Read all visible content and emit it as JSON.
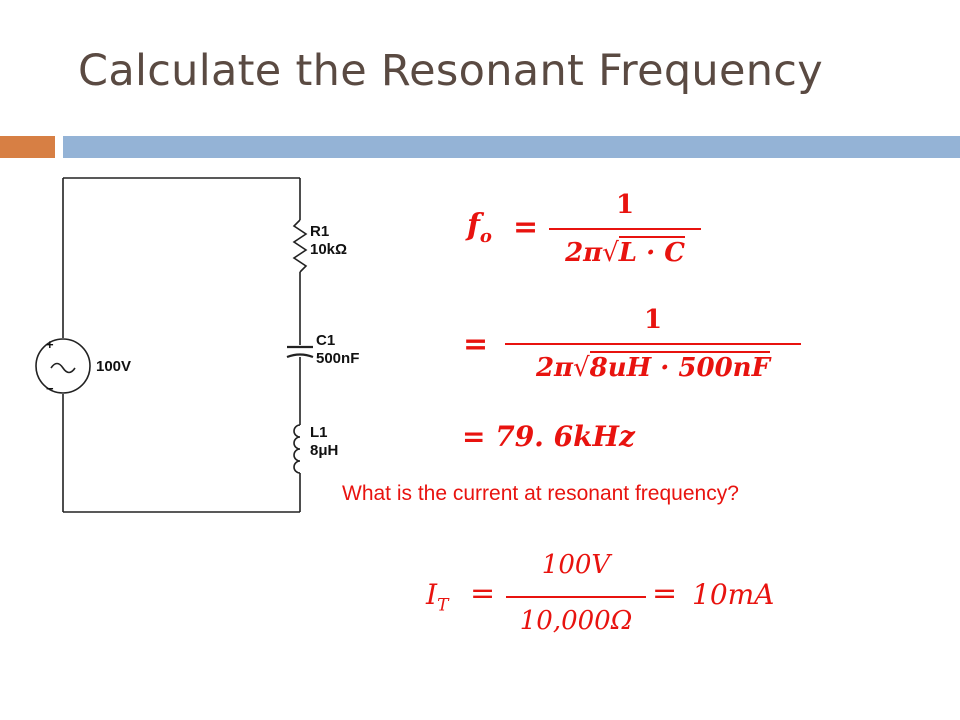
{
  "slide": {
    "title": "Calculate the Resonant Frequency"
  },
  "circuit": {
    "source_value": "100V",
    "source_plus": "+",
    "source_minus": "−",
    "components": [
      {
        "name": "R1",
        "value": "10kΩ"
      },
      {
        "name": "C1",
        "value": "500nF"
      },
      {
        "name": "L1",
        "value": "8μH"
      }
    ]
  },
  "equation1": {
    "lhs": "f",
    "lhs_sub": "o",
    "equals": "=",
    "numerator": "1",
    "denominator_prefix": "2π",
    "radicand": "L · C"
  },
  "equation2": {
    "equals": "=",
    "numerator": "1",
    "denominator_prefix": "2π",
    "radicand": "8uH · 500nF"
  },
  "equation3": {
    "expression": "= 79. 6kHz"
  },
  "question": "What is the current at resonant frequency?",
  "current_eq": {
    "lhs": "I",
    "lhs_sub": "T",
    "equals": "=",
    "numerator": "100V",
    "denominator": "10,000Ω",
    "equals2": "=",
    "result": "10mA"
  },
  "colors": {
    "title": "#5a4a42",
    "accent_orange": "#d77f44",
    "accent_blue": "#94b3d6",
    "equation_red": "#e8130f"
  }
}
